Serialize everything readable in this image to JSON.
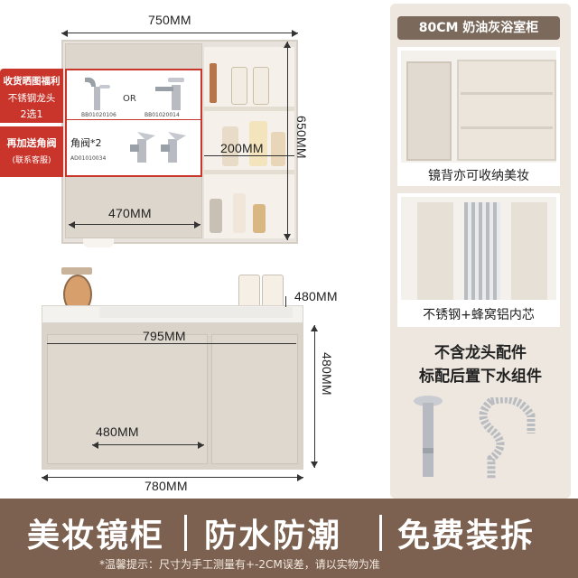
{
  "dimensions": {
    "top_width": "750MM",
    "mirror_height": "650MM",
    "shelf_width": "200MM",
    "mirror_door_width": "470MM",
    "sink_depth": "480MM",
    "vanity_width_inner": "795MM",
    "vanity_height": "480MM",
    "cabinet_inner_width": "480MM",
    "vanity_bottom_width": "780MM"
  },
  "promo": {
    "line1": "收货晒图福利",
    "line2": "不锈钢龙头",
    "line3": "2选1",
    "line4": "再加送角阀",
    "line5": "(联系客服)",
    "or_label": "OR",
    "code1": "BB01020106",
    "code2": "BB01020014",
    "valve_label": "角阀*2",
    "valve_code": "AD01010034"
  },
  "right_panel": {
    "title": "80CM 奶油灰浴室柜",
    "caption1": "镜背亦可收纳美妆",
    "caption2": "不锈钢+蜂窝铝内芯",
    "note1": "不含龙头配件",
    "note2": "标配后置下水组件"
  },
  "banner": {
    "feature1": "美妆镜柜",
    "feature2": "防水防潮",
    "feature3": "免费装拆",
    "footnote": "*温馨提示：尺寸为手工测量有+-2CM误差，请以实物为准"
  },
  "colors": {
    "banner_brown": "#7c6150",
    "promo_red": "#c9342b",
    "cabinet_grey": "#d8d2c8",
    "panel_beige": "#eee7df"
  }
}
